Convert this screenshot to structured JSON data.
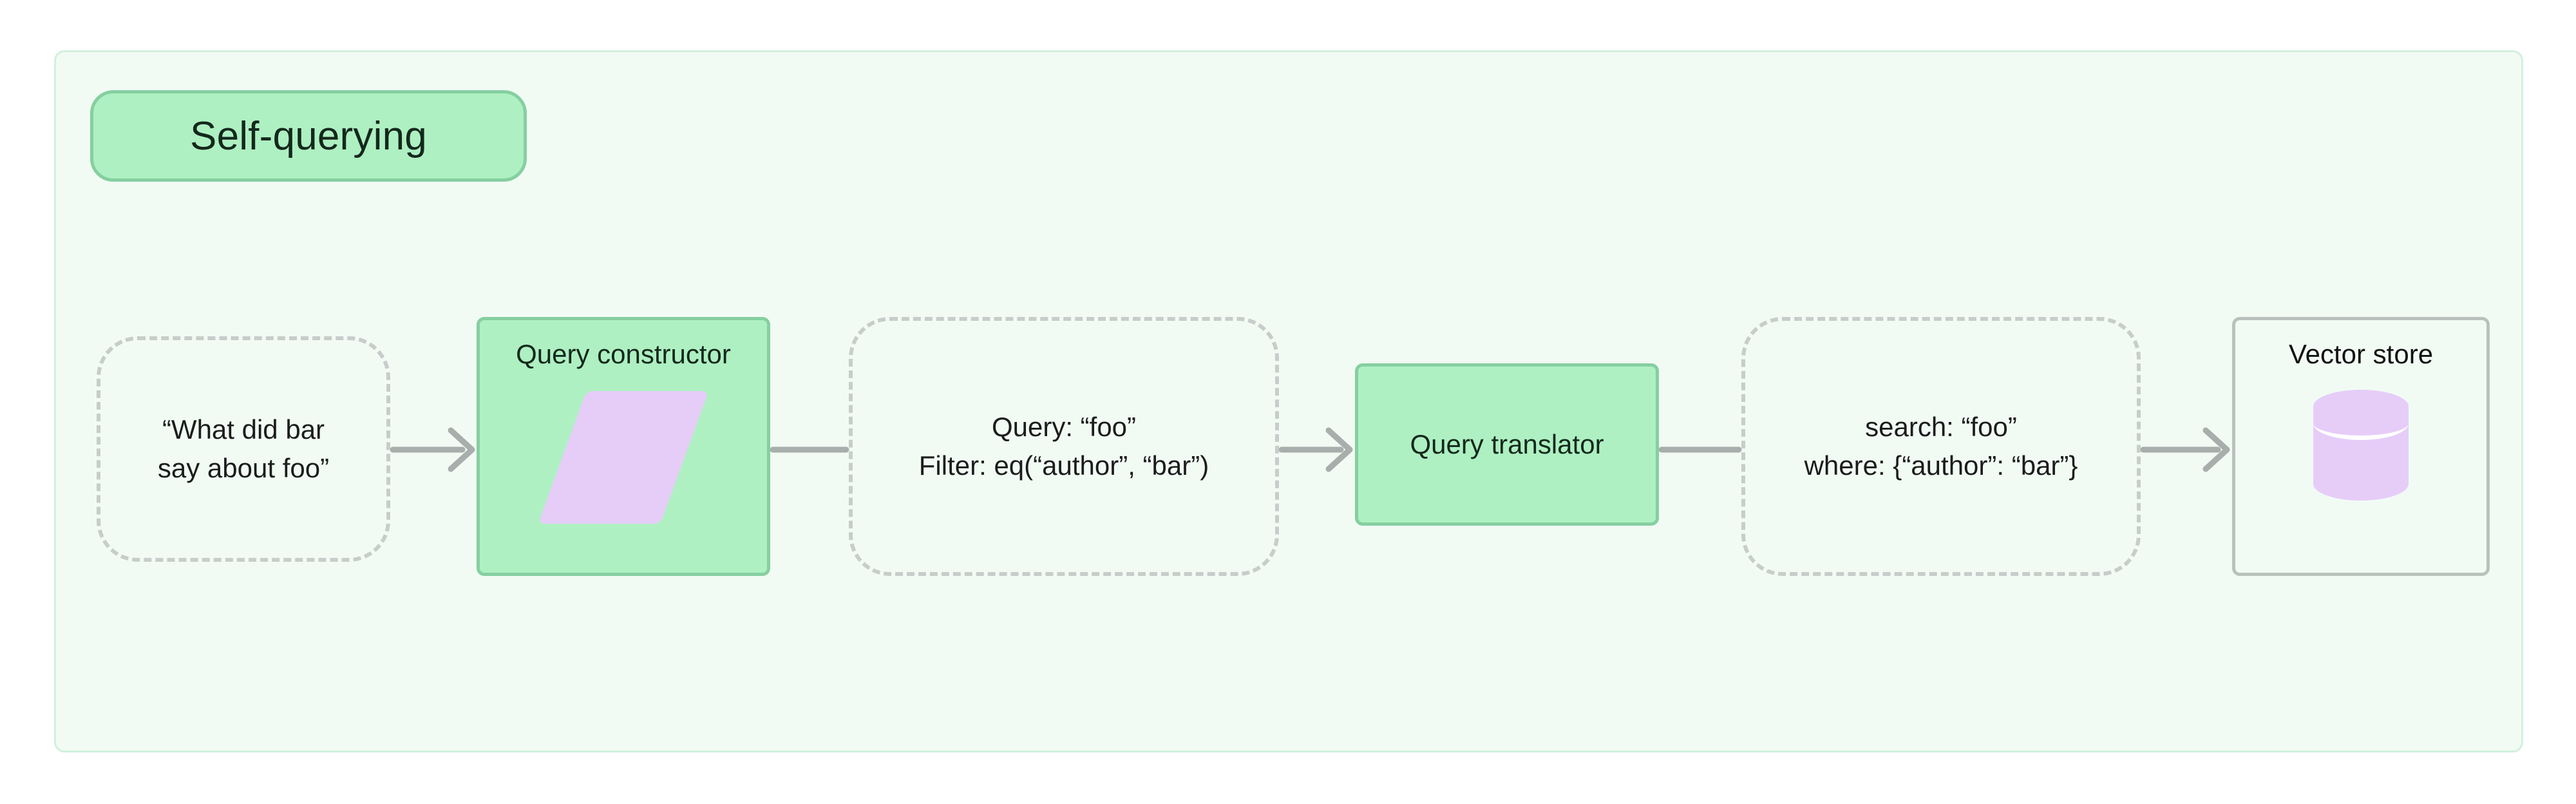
{
  "diagram": {
    "title": "Self-querying",
    "background_color": "#f1fbf4",
    "border_color": "#d2f0dd",
    "accent_green": "#aef0c2",
    "accent_green_border": "#85cfa0",
    "accent_purple": "#e6cdf8",
    "edge_color": "#a8aeab",
    "dashed_border_color": "#c6cdca",
    "nodes": [
      {
        "id": "question",
        "shape": "dashed-rounded",
        "line1": "“What did bar",
        "line2": "say about foo”",
        "icon": "none"
      },
      {
        "id": "query_constructor",
        "shape": "process",
        "label": "Query constructor",
        "icon": "parallelogram-icon"
      },
      {
        "id": "query_filter",
        "shape": "dashed-rounded",
        "line1": "Query: “foo”",
        "line2": "Filter: eq(“author”, “bar”)",
        "icon": "none"
      },
      {
        "id": "query_translator",
        "shape": "process",
        "label": "Query translator",
        "icon": "none"
      },
      {
        "id": "search_where",
        "shape": "dashed-rounded",
        "line1": "search: “foo”",
        "line2": "where: {“author”: “bar”}",
        "icon": "none"
      },
      {
        "id": "vector_store",
        "shape": "plain",
        "label": "Vector store",
        "icon": "database-cylinder-icon"
      }
    ],
    "edges": [
      {
        "from": "question",
        "to": "query_constructor",
        "arrowhead": true
      },
      {
        "from": "query_constructor",
        "to": "query_filter",
        "arrowhead": false
      },
      {
        "from": "query_filter",
        "to": "query_translator",
        "arrowhead": true
      },
      {
        "from": "query_translator",
        "to": "search_where",
        "arrowhead": false
      },
      {
        "from": "search_where",
        "to": "vector_store",
        "arrowhead": true
      }
    ]
  }
}
